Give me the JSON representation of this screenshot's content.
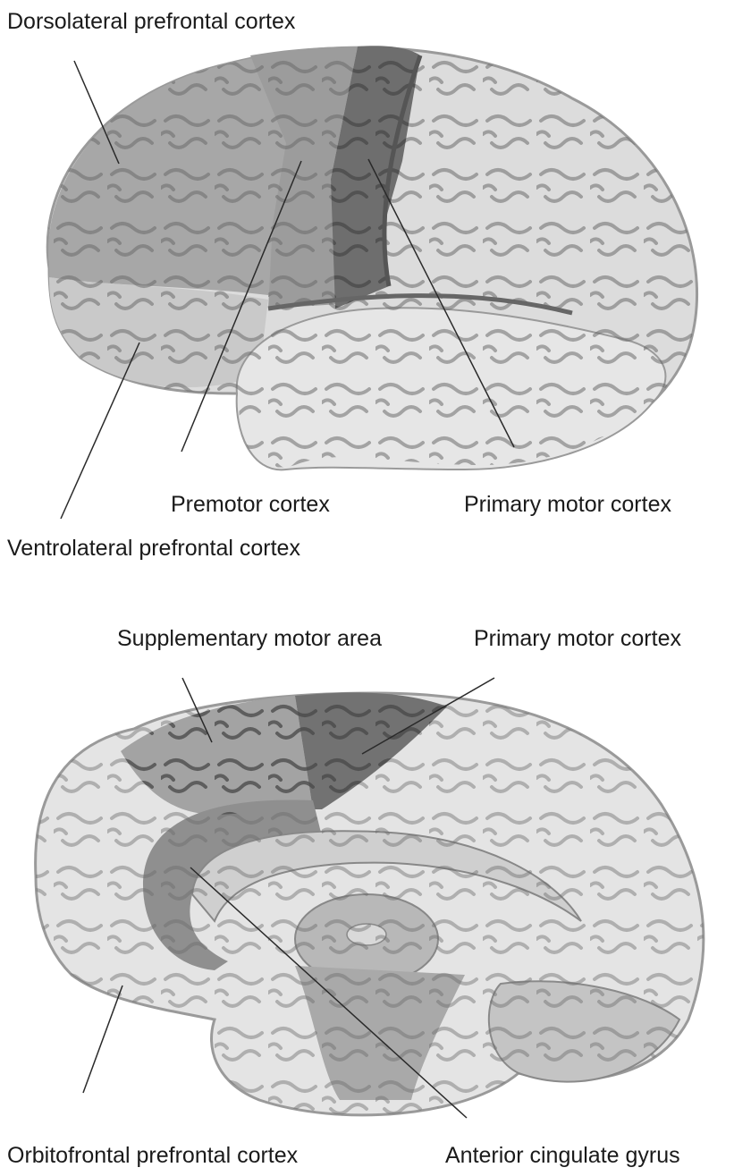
{
  "diagram": {
    "lateral_view": {
      "labels": {
        "dorsolateral": "Dorsolateral prefrontal cortex",
        "premotor": "Premotor cortex",
        "primary_motor": "Primary motor cortex",
        "ventrolateral": "Ventrolateral prefrontal cortex"
      }
    },
    "medial_view": {
      "labels": {
        "supplementary": "Supplementary motor area",
        "primary_motor": "Primary motor cortex",
        "orbitofrontal": "Orbitofrontal prefrontal cortex",
        "anterior_cingulate": "Anterior cingulate gyrus"
      }
    }
  }
}
